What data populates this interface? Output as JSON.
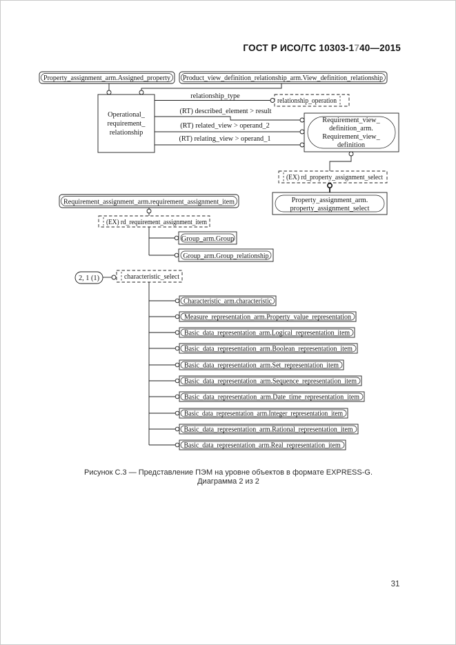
{
  "header": {
    "part1": "ГОСТ Р ИСО/ТС 10303-1",
    "part2_light": "7",
    "part3": "40—2015"
  },
  "caption": {
    "line1": "Рисунок С.3 — Представление ПЭМ на уровне объектов в формате EXPRESS-G.",
    "line2": "Диаграмма 2 из 2"
  },
  "footer": {
    "page_number": "31"
  },
  "colors": {
    "line": "#1c1c1c",
    "text": "#141414",
    "page_border": "#c9c9c9",
    "light_digit": "#929292"
  },
  "diagram": {
    "page_refs": {
      "assigned_property": "Property_assignment_arm.Assigned_property",
      "view_definition_relationship": "Product_view_definition_relationship_arm.View_definition_relationship",
      "requirement_assignment_item": "Requirement_assignment_arm.requirement_assignment_item",
      "interpage_ref": "2, 1 (1)"
    },
    "entities": {
      "operational": {
        "l1": "Operational_",
        "l2": "requirement_",
        "l3": "relationship"
      },
      "requirement_view": {
        "l1": "Requirement_view_",
        "l2": "definition_arm.",
        "l3": "Requirement_view_",
        "l4": "definition"
      },
      "property_assignment_select": {
        "l1": "Property_assignment_arm.",
        "l2": "property_assignment_select"
      },
      "group": "Group_arm.Group",
      "group_relationship": "Group_arm.Group_relationship",
      "characteristic": "Characteristic_arm.characteristic",
      "measure": "Measure_representation_arm.Property_value_representation",
      "logical": "Basic_data_representation_arm.Logical_representation_item",
      "boolean": "Basic_data_representation_arm.Boolean_representation_item",
      "set": "Basic_data_representation_arm.Set_representation_item",
      "sequence": "Basic_data_representation_arm.Sequence_representation_item",
      "date_time": "Basic_data_representation_arm.Date_time_representation_item",
      "integer": "Basic_data_representation_arm.Integer_representation_item",
      "rational": "Basic_data_representation_arm.Rational_representation_item",
      "real": "Basic_data_representation_arm.Real_representation_item"
    },
    "types": {
      "relationship_operation": "relationship_operation",
      "rd_property_assignment_select": "(EX) rd_property_assignment_select",
      "rd_requirement_assignment_item": "(EX) rd_requirement_assignment_item",
      "characteristic_select": "characteristic_select"
    },
    "edge_labels": {
      "relationship_type": "relationship_type",
      "described_element": "(RT) described_element > result",
      "related_view": "(RT) related_view > operand_2",
      "relating_view": "(RT) relating_view > operand_1"
    }
  }
}
